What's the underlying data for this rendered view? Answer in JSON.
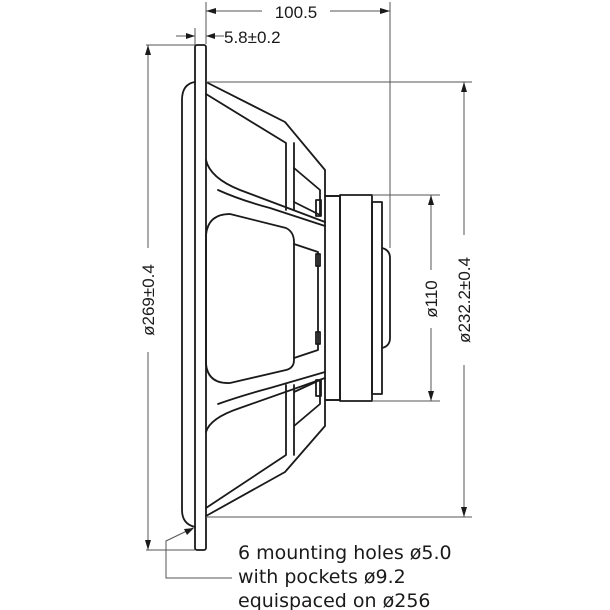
{
  "drawing": {
    "title": "Loudspeaker driver side-view dimension drawing",
    "line_color": "#1a1a1a",
    "background": "#ffffff"
  },
  "dimensions": {
    "overall_depth": "100.5",
    "flange_thickness": "5.8±0.2",
    "outer_diameter": "ø269±0.4",
    "magnet_diameter": "ø110",
    "baffle_cutout_diameter": "ø232.2±0.4"
  },
  "note": {
    "line1": "6 mounting holes ø5.0",
    "line2": "with pockets ø9.2",
    "line3": "equispaced on ø256"
  }
}
